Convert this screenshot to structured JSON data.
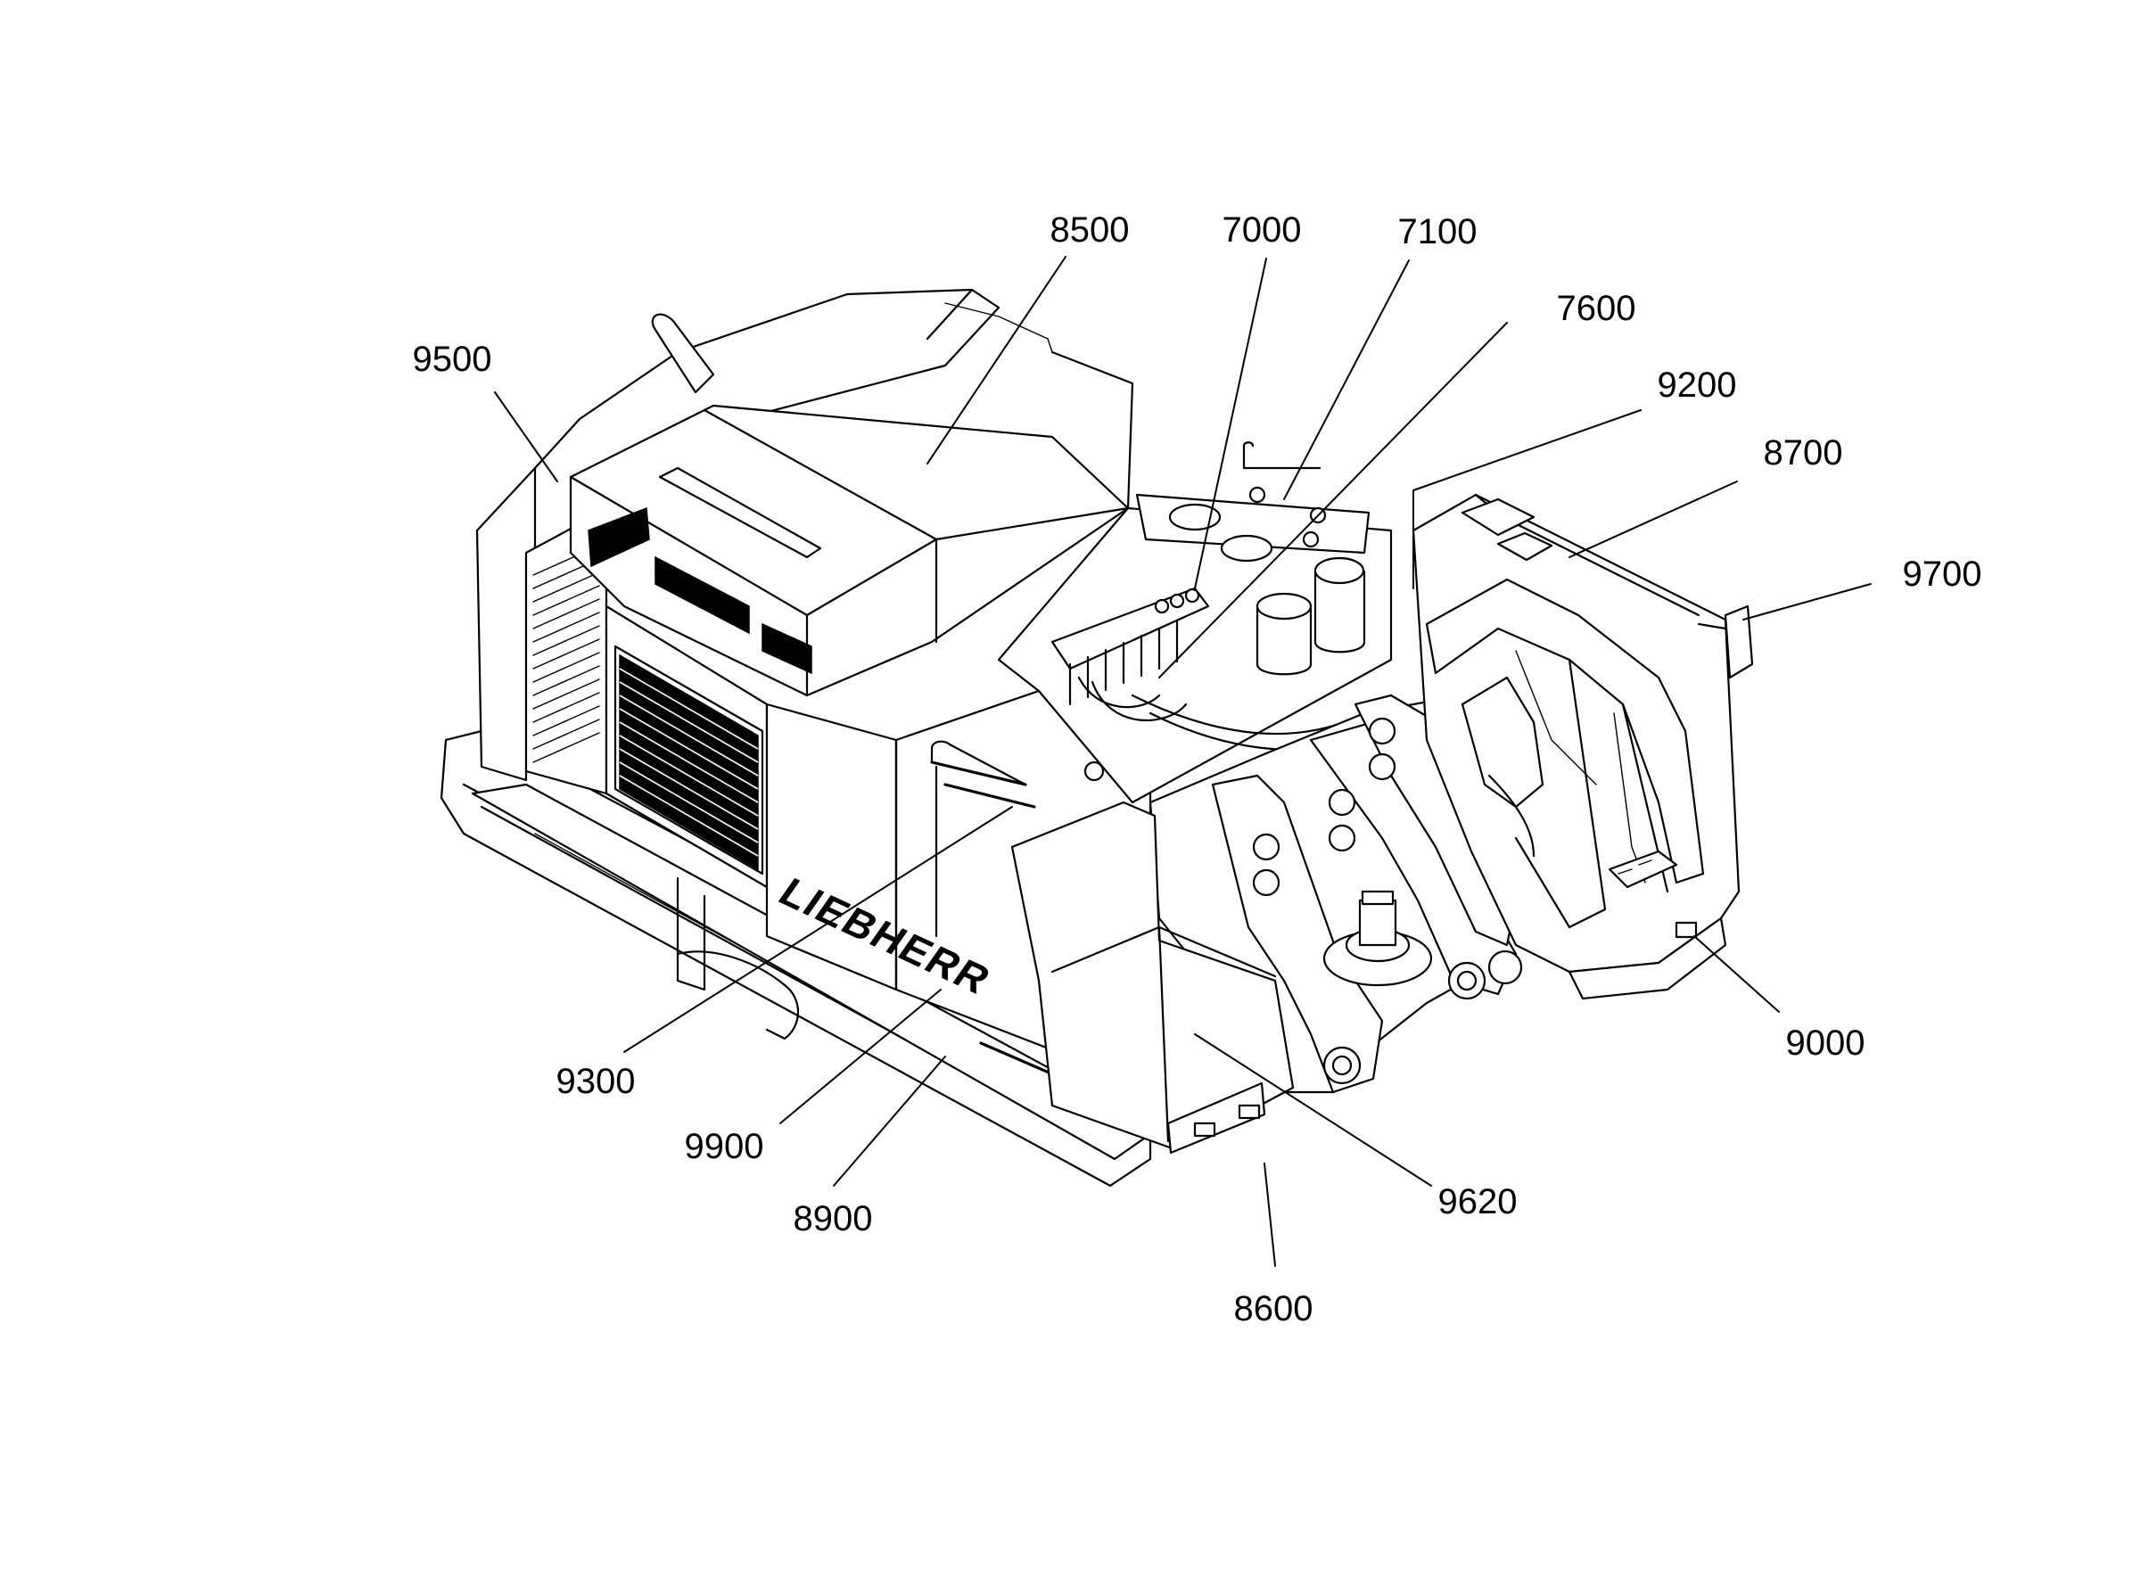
{
  "diagram": {
    "brand_text": "LIEBHERR",
    "callouts": [
      {
        "id": "c8500",
        "label": "8500"
      },
      {
        "id": "c7000",
        "label": "7000"
      },
      {
        "id": "c7100",
        "label": "7100"
      },
      {
        "id": "c7600",
        "label": "7600"
      },
      {
        "id": "c9500",
        "label": "9500"
      },
      {
        "id": "c9200",
        "label": "9200"
      },
      {
        "id": "c8700",
        "label": "8700"
      },
      {
        "id": "c9700",
        "label": "9700"
      },
      {
        "id": "c9000",
        "label": "9000"
      },
      {
        "id": "c9300",
        "label": "9300"
      },
      {
        "id": "c9900",
        "label": "9900"
      },
      {
        "id": "c8900",
        "label": "8900"
      },
      {
        "id": "c9620",
        "label": "9620"
      },
      {
        "id": "c8600",
        "label": "8600"
      }
    ]
  }
}
